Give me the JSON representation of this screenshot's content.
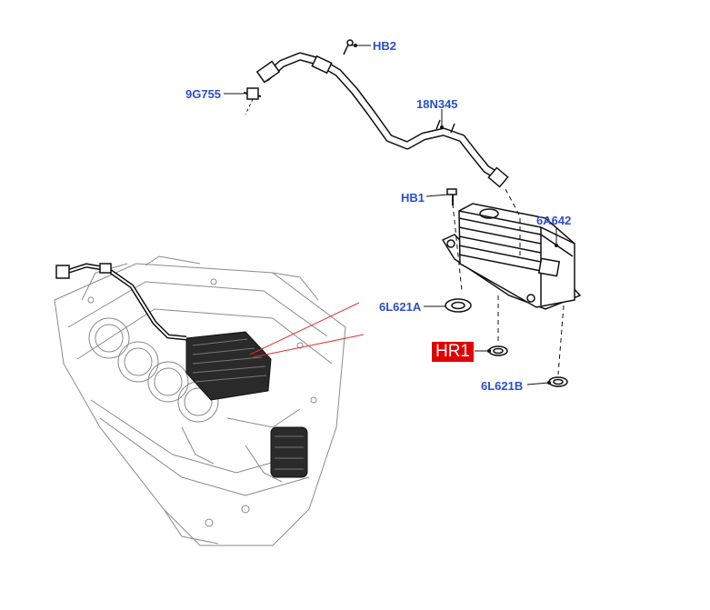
{
  "colors": {
    "callout": "#2b4fc9",
    "highlight_bg": "#e00000",
    "highlight_text": "#ffffff",
    "linework": "#222222",
    "engine_linework": "#8a8a8a",
    "leader_red": "#e03030"
  },
  "callouts": [
    {
      "id": "hb2",
      "label": "HB2"
    },
    {
      "id": "9g755",
      "label": "9G755"
    },
    {
      "id": "18n345",
      "label": "18N345"
    },
    {
      "id": "hb1",
      "label": "HB1"
    },
    {
      "id": "6a642",
      "label": "6A642"
    },
    {
      "id": "6l621a",
      "label": "6L621A"
    },
    {
      "id": "6l621b",
      "label": "6L621B"
    }
  ],
  "highlight": {
    "label": "HR1"
  }
}
